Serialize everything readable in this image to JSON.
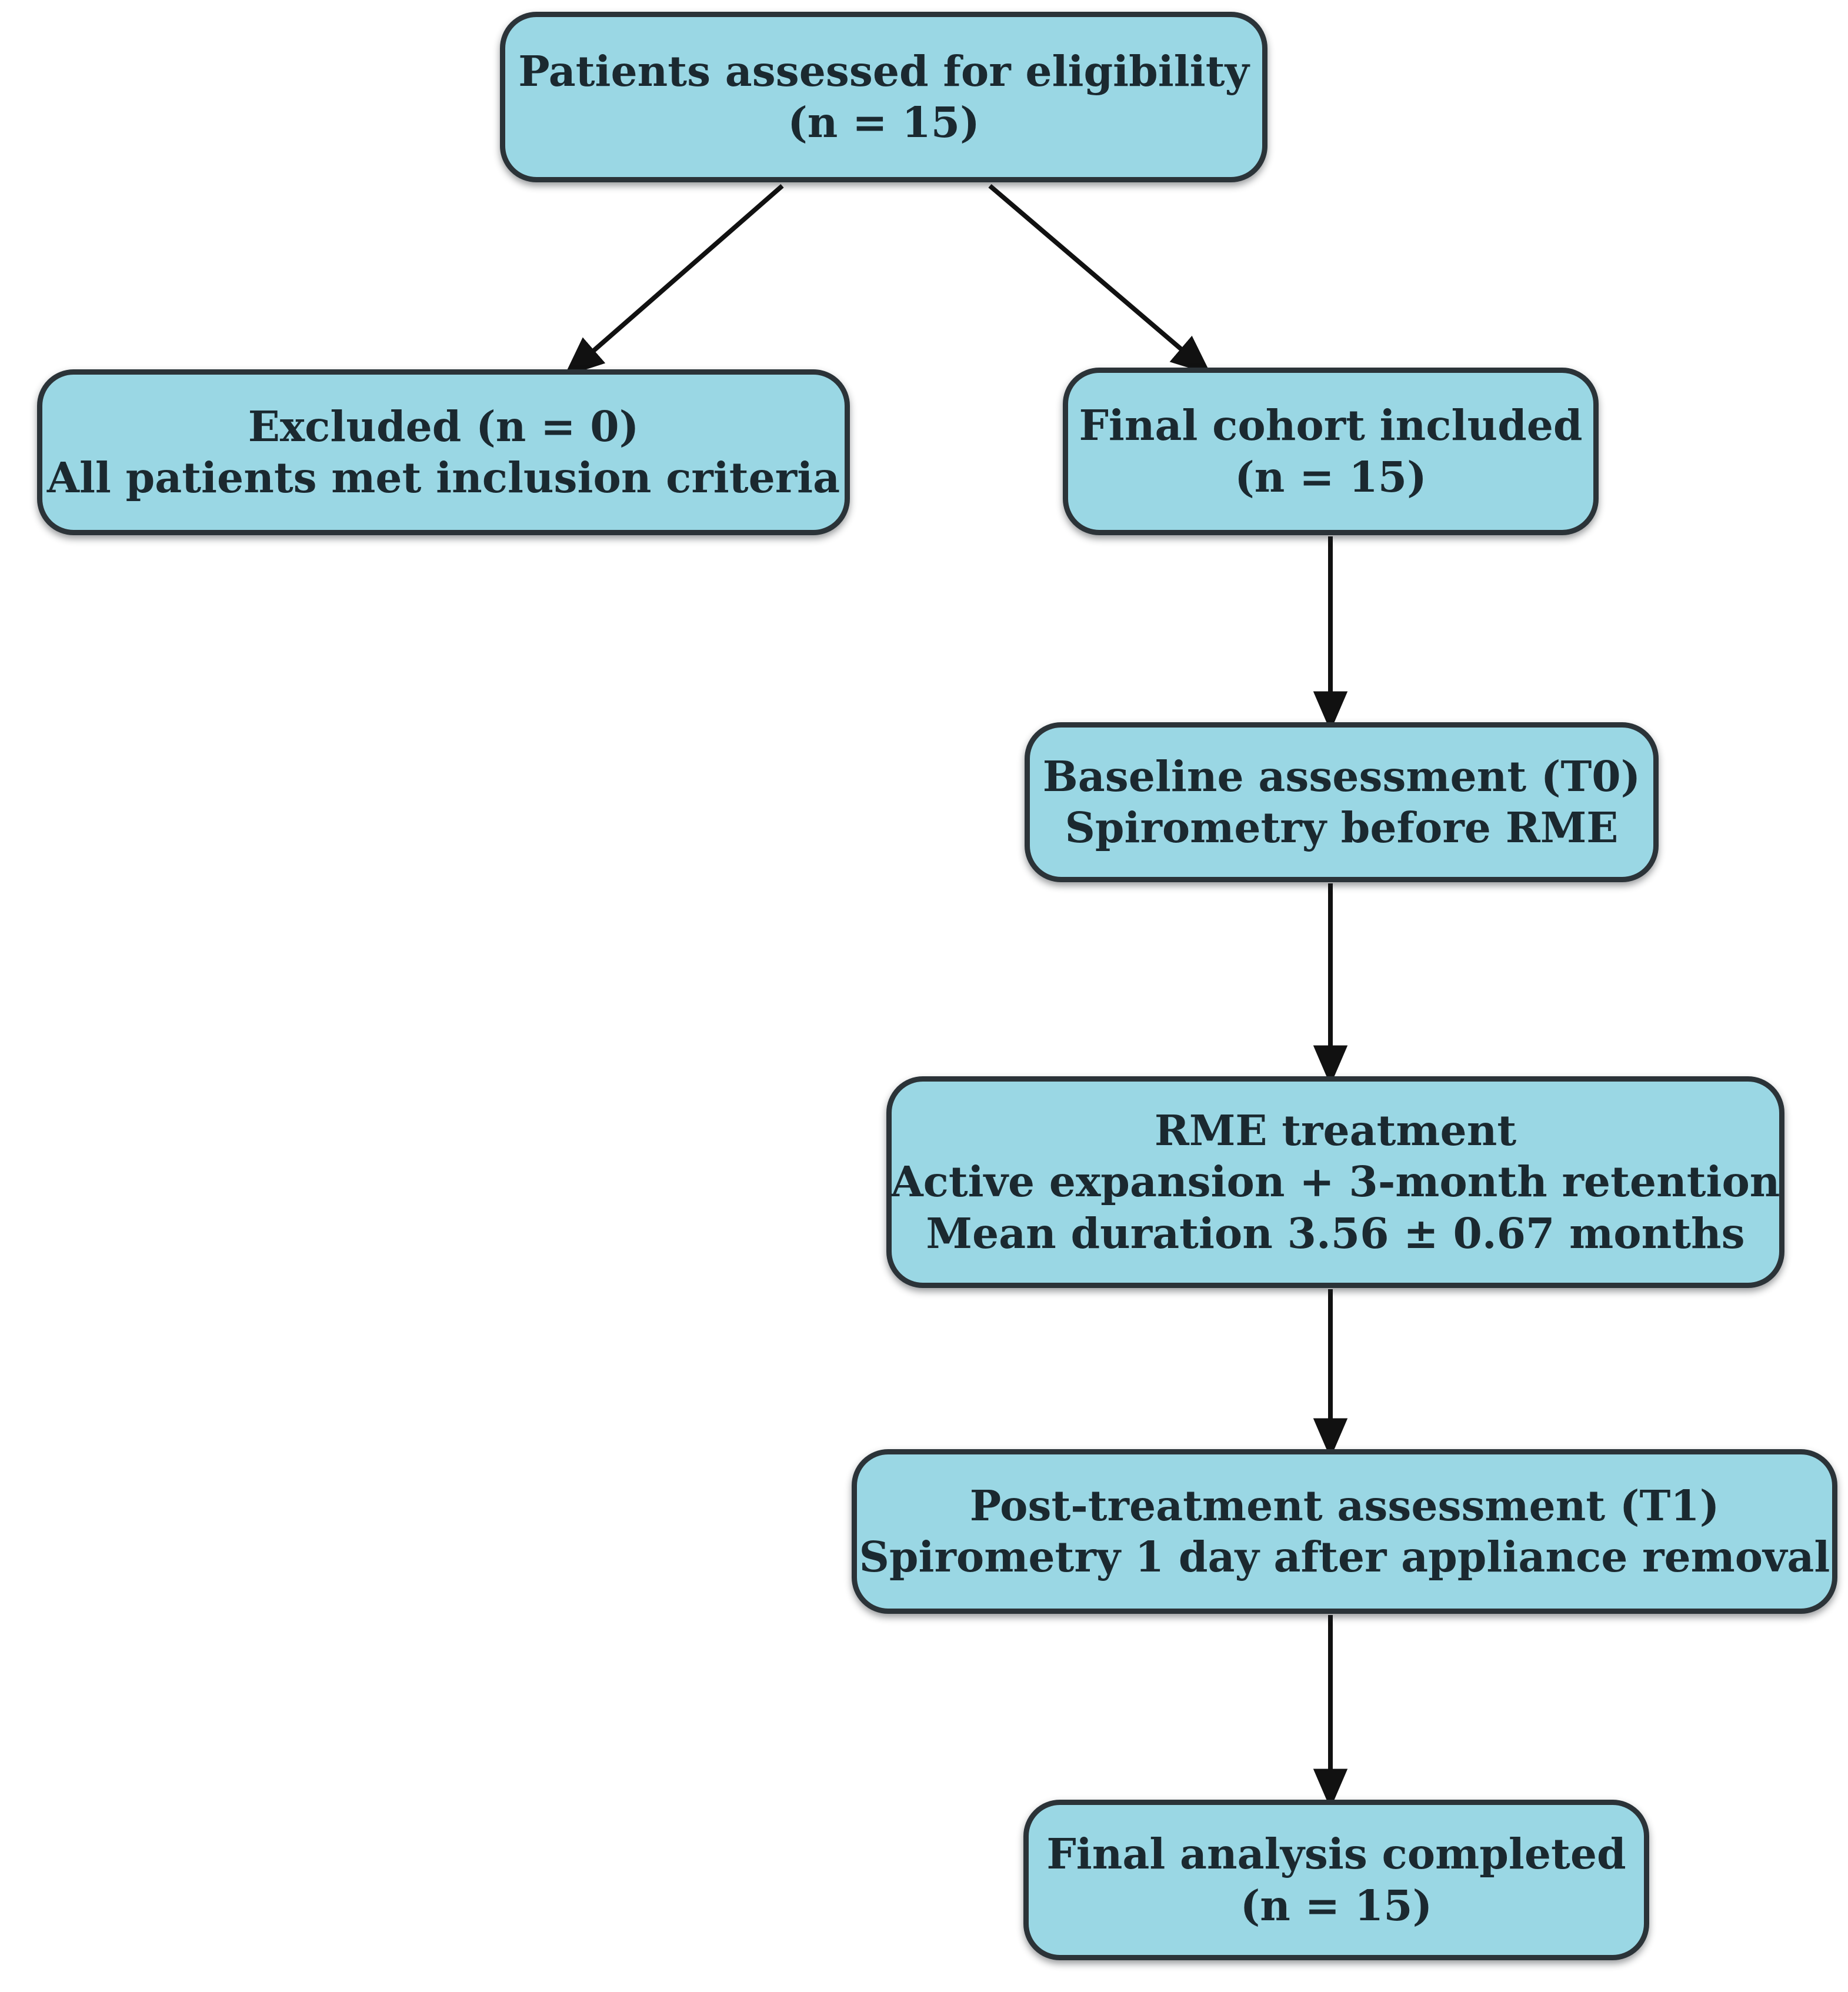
{
  "colors": {
    "background": "#ffffff",
    "node_fill": "#9ad7e4",
    "node_border": "#2b3338",
    "arrow": "#111111",
    "text": "#1b2930"
  },
  "nodes": {
    "eligibility": {
      "lines": [
        "Patients assessed for eligibility",
        "(n = 15)"
      ]
    },
    "excluded": {
      "lines": [
        "Excluded (n = 0)",
        "All patients met inclusion criteria"
      ]
    },
    "cohort": {
      "lines": [
        "Final cohort included",
        "(n = 15)"
      ]
    },
    "baseline": {
      "lines": [
        "Baseline assessment (T0)",
        "Spirometry before RME"
      ]
    },
    "rme": {
      "lines": [
        "RME treatment",
        "Active expansion + 3-month retention",
        "Mean duration 3.56 ± 0.67 months"
      ]
    },
    "post": {
      "lines": [
        "Post-treatment assessment (T1)",
        "Spirometry 1 day after appliance removal"
      ]
    },
    "final": {
      "lines": [
        "Final analysis completed",
        "(n = 15)"
      ]
    }
  },
  "edges": [
    {
      "from": "eligibility",
      "to": "excluded"
    },
    {
      "from": "eligibility",
      "to": "cohort"
    },
    {
      "from": "cohort",
      "to": "baseline"
    },
    {
      "from": "baseline",
      "to": "rme"
    },
    {
      "from": "rme",
      "to": "post"
    },
    {
      "from": "post",
      "to": "final"
    }
  ]
}
